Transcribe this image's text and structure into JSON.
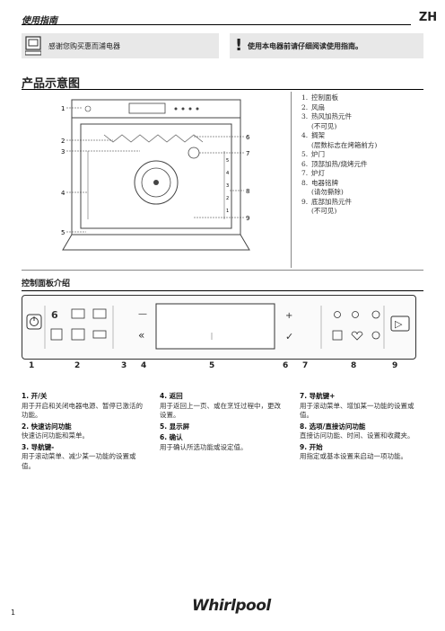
{
  "header": {
    "title": "使用指南",
    "lang_code": "ZH"
  },
  "notices": {
    "thanks": "感谢您购买惠而浦电器",
    "read_first": "使用本电器前请仔细阅读使用指南。",
    "warning_glyph": "!"
  },
  "product": {
    "title": "产品示意图",
    "callouts": [
      "1",
      "2",
      "3",
      "4",
      "5",
      "6",
      "7",
      "8",
      "9"
    ],
    "legend": [
      {
        "num": "1.",
        "text": "控制面板"
      },
      {
        "num": "2.",
        "text": "风扇"
      },
      {
        "num": "3.",
        "text": "热风加热元件"
      },
      {
        "num": "",
        "text": "(不可见)"
      },
      {
        "num": "4.",
        "text": "搁架"
      },
      {
        "num": "",
        "text": "(层数标志在烤箱前方)"
      },
      {
        "num": "5.",
        "text": "炉门"
      },
      {
        "num": "6.",
        "text": "顶部加热/烧烤元件"
      },
      {
        "num": "7.",
        "text": "炉灯"
      },
      {
        "num": "8.",
        "text": "电器铭牌"
      },
      {
        "num": "",
        "text": "(请勿撕除)"
      },
      {
        "num": "9.",
        "text": "底部加热元件"
      },
      {
        "num": "",
        "text": "(不可见)"
      }
    ],
    "shelf_levels": [
      "5",
      "4",
      "3",
      "2",
      "1"
    ]
  },
  "control": {
    "title": "控制面板介绍",
    "numbers": [
      "1",
      "2",
      "3",
      "4",
      "5",
      "6",
      "7",
      "8",
      "9"
    ],
    "panel_labels": {
      "minus": "—",
      "plus": "+",
      "back": "«",
      "confirm": "✓",
      "start": "▷"
    },
    "descriptions_left": [
      {
        "title": "1. 开/关",
        "text": "用于开启和关闭电器电源、暂停已激活的功能。"
      },
      {
        "title": "2. 快速访问功能",
        "text": "快速访问功能和菜单。"
      },
      {
        "title": "3. 导航键-",
        "text": "用于滚动菜单、减少某一功能的设置或值。"
      }
    ],
    "descriptions_mid": [
      {
        "title": "4. 返回",
        "text": "用于返回上一页、或在烹饪过程中，更改设置。"
      },
      {
        "title": "5. 显示屏",
        "text": ""
      },
      {
        "title": "6. 确认",
        "text": "用于确认所选功能或设定值。"
      }
    ],
    "descriptions_right": [
      {
        "title": "7. 导航键+",
        "text": "用于滚动菜单、增加某一功能的设置或值。"
      },
      {
        "title": "8. 选项/直接访问功能",
        "text": "直接访问功能、时间、设置和收藏夹。"
      },
      {
        "title": "9. 开始",
        "text": "用指定或基本设置来启动一项功能。"
      }
    ]
  },
  "footer": {
    "page": "1",
    "brand": "Whirlpool"
  }
}
